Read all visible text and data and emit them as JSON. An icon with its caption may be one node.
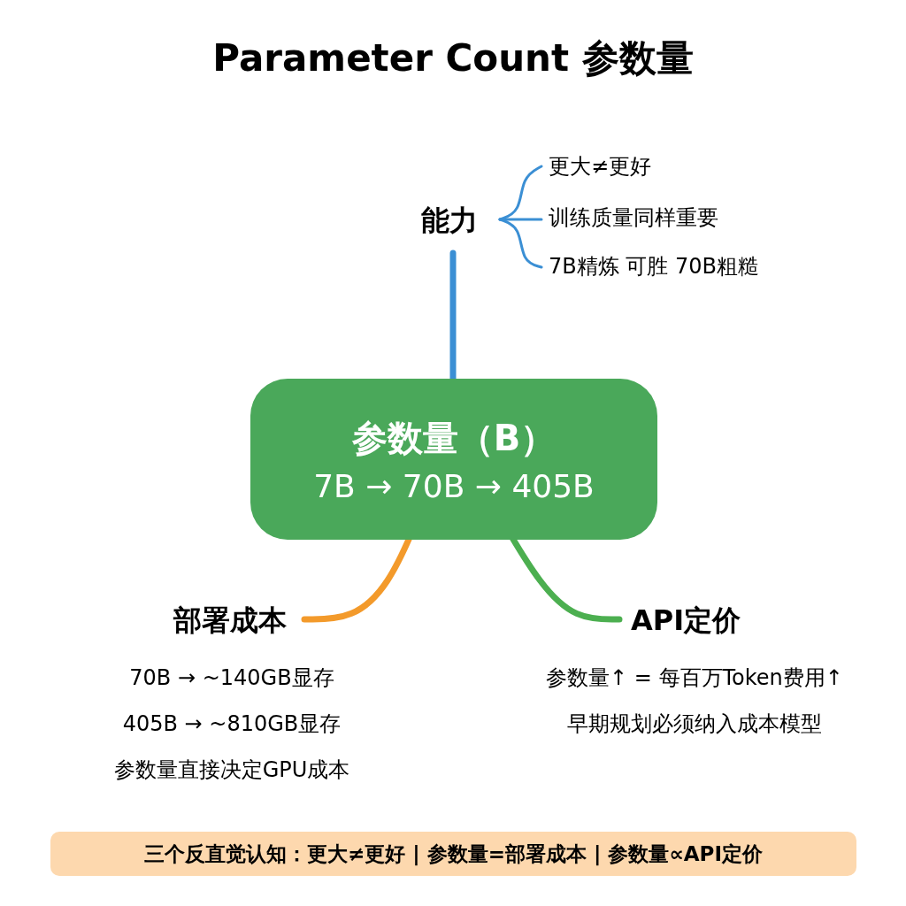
{
  "diagram": {
    "title": "Parameter Count 参数量",
    "nodes": [
      {
        "text": [
          "参数量（B）",
          "7B → 70B → 405B"
        ]
      },
      {
        "text": [
          "能力"
        ]
      },
      {
        "text": [
          "更大≠更好"
        ]
      },
      {
        "text": [
          "训练质量同样重要"
        ]
      },
      {
        "text": [
          "7B精炼 可胜 70B粗糙"
        ]
      },
      {
        "text": [
          "部署成本"
        ],
        "beside": [
          "70B → ~140GB显存",
          "405B → ~810GB显存",
          "参数量直接决定GPU成本"
        ]
      },
      {
        "text": [
          "API定价"
        ],
        "beside": [
          "参数量↑ = 每百万Token费用↑",
          "早期规划必须纳入成本模型"
        ]
      },
      {
        "text": [
          "三个反直觉认知：更大≠更好 | 参数量=部署成本 | 参数量∝API定价"
        ]
      }
    ],
    "edges": [
      {
        "from": 0,
        "to": 1,
        "arrow": "none",
        "style": "thick",
        "color": "#3b8fd4"
      },
      {
        "from": 1,
        "to": 2,
        "arrow": "none",
        "color": "#3b8fd4"
      },
      {
        "from": 1,
        "to": 3,
        "arrow": "none",
        "color": "#3b8fd4"
      },
      {
        "from": 1,
        "to": 4,
        "arrow": "none",
        "color": "#3b8fd4"
      },
      {
        "from": 0,
        "to": 5,
        "arrow": "none",
        "style": "thick",
        "color": "#f39a2b"
      },
      {
        "from": 0,
        "to": 6,
        "arrow": "none",
        "style": "thick",
        "color": "#4caf50"
      }
    ]
  }
}
